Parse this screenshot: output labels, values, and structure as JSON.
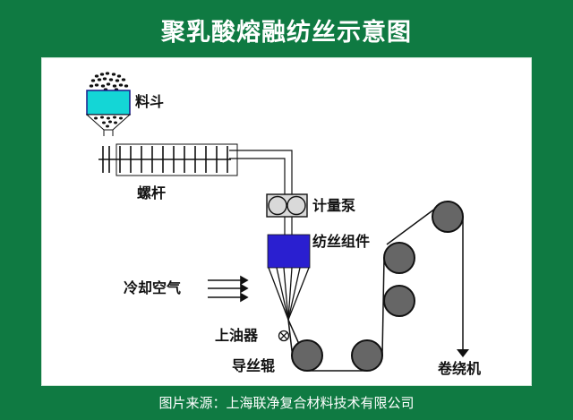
{
  "title": "聚乳酸熔融纺丝示意图",
  "labels": {
    "hopper": "料斗",
    "screw": "螺杆",
    "metering_pump": "计量泵",
    "spin_pack": "纺丝组件",
    "cooling_air": "冷却空气",
    "oiler": "上油器",
    "godet": "导丝辊",
    "winder": "卷绕机"
  },
  "caption": "图片来源：上海联净复合材料技术有限公司",
  "colors": {
    "background": "#0f7a42",
    "hopper": "#14d6d6",
    "spin_pack": "#2a1fd0",
    "roller": "#666666",
    "pump": "#d9d9d9"
  }
}
